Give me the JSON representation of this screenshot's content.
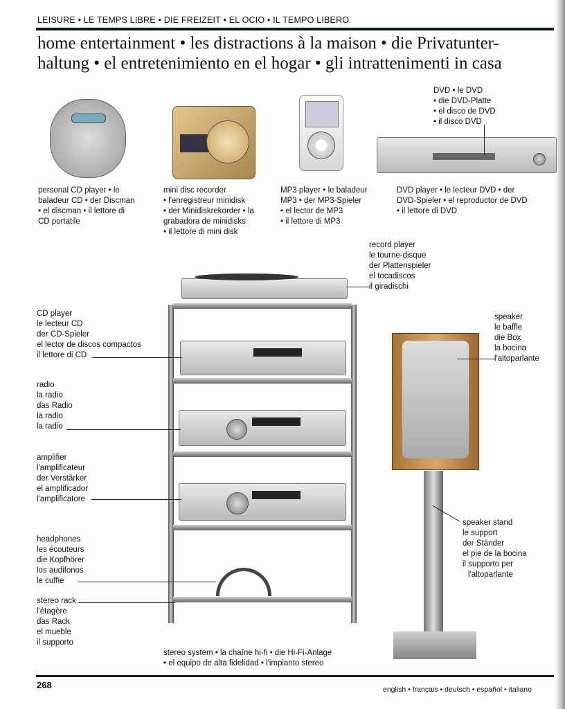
{
  "header": "LEISURE • LE TEMPS LIBRE • DIE FREIZEIT • EL OCIO • IL TEMPO LIBERO",
  "title": [
    "home entertainment • les distractions à la maison • die Privatunter-",
    "haltung • el entretenimiento en el hogar • gli intrattenimenti in casa"
  ],
  "labels": {
    "personal_cd": [
      "personal CD player • le",
      "baladeur CD • der Discman",
      "• el discman • il lettore di",
      "CD portatile"
    ],
    "minidisc": [
      "mini disc recorder",
      "• l'enregistreur minidisk",
      "• der Minidiskrekorder • la",
      "grabadora de minidisks",
      "• il lettore di mini disk"
    ],
    "mp3": [
      "MP3 player • le baladeur",
      "MP3 • der MP3-Spieler",
      "• el lector de MP3",
      "• il lettore di MP3"
    ],
    "dvd_player": [
      "DVD player • le lecteur DVD • der",
      "DVD-Spieler • el reproductor de DVD",
      "• il lettore di DVD"
    ],
    "dvd": [
      "DVD • le DVD",
      "• die DVD-Platte",
      "• el disco de DVD",
      "• il disco DVD"
    ],
    "record_player": [
      "record player",
      "le tourne-disque",
      "der Plattenspieler",
      "el tocadiscos",
      "il giradischi"
    ],
    "cd_player": [
      "CD player",
      "le lecteur CD",
      "der CD-Spieler",
      "el lector de discos compactos",
      "il lettore di CD"
    ],
    "radio": [
      "radio",
      "la radio",
      "das Radio",
      "la radio",
      "la radio"
    ],
    "amplifier": [
      "amplifier",
      "l'amplificateur",
      "der Verstärker",
      "el amplificador",
      "l'amplificatore"
    ],
    "headphones": [
      "headphones",
      "les écouteurs",
      "die Kopfhörer",
      "los audifonos",
      "le cuffie"
    ],
    "stereo_rack": [
      "stereo rack",
      "l'étagère",
      "das Rack",
      "el mueble",
      "il supporto"
    ],
    "speaker": [
      "speaker",
      "le baffle",
      "die Box",
      "la bocina",
      "l'altoparlante"
    ],
    "speaker_stand": [
      "speaker stand",
      "le support",
      "der Ständer",
      "el pie de la bocina",
      "il supporto per",
      "l'altoparlante"
    ],
    "stereo_system": [
      "stereo system • la chaîne hi-fi • die Hi-Fi-Anlage",
      "• el equipo de alta fidelidad • l'impianto stereo"
    ]
  },
  "footer": {
    "page_number": "268",
    "languages": "english • français • deutsch • español • italiano"
  }
}
